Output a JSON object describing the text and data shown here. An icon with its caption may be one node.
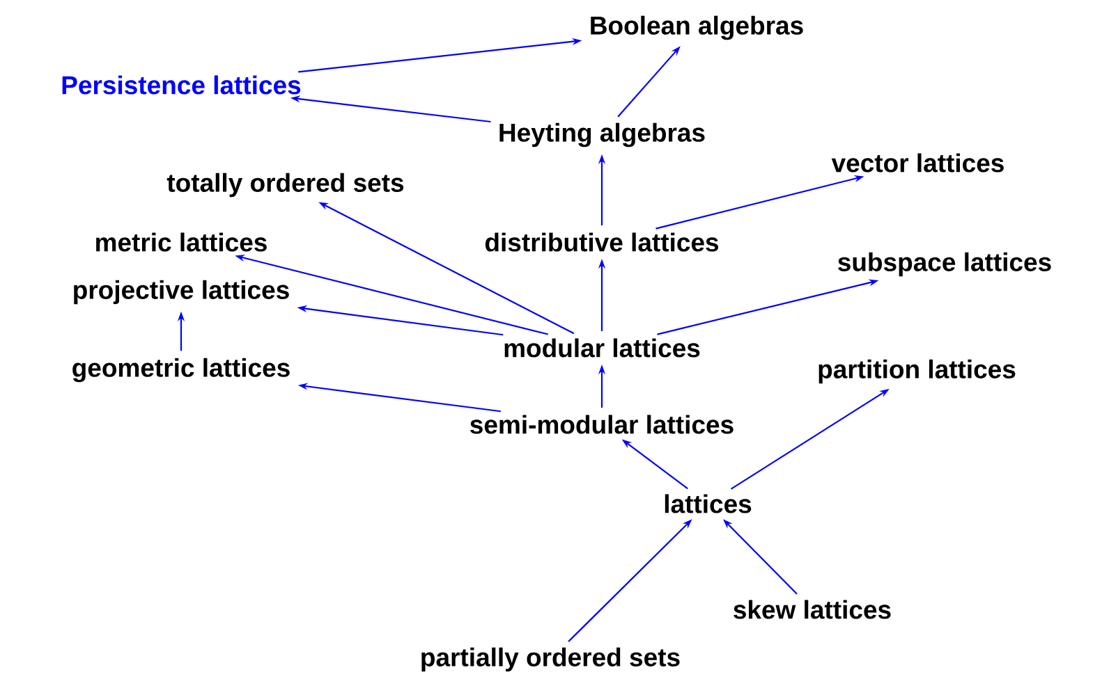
{
  "diagram": {
    "nodes": [
      {
        "text": [
          "Boolean algebras"
        ]
      },
      {
        "text": [
          "Persistence lattices"
        ]
      },
      {
        "text": [
          "Heyting algebras"
        ]
      },
      {
        "text": [
          "totally ordered sets"
        ]
      },
      {
        "text": [
          "vector lattices"
        ]
      },
      {
        "text": [
          "metric lattices"
        ]
      },
      {
        "text": [
          "distributive lattices"
        ]
      },
      {
        "text": [
          "subspace lattices"
        ]
      },
      {
        "text": [
          "projective lattices"
        ]
      },
      {
        "text": [
          "modular lattices"
        ]
      },
      {
        "text": [
          "geometric lattices"
        ]
      },
      {
        "text": [
          "partition lattices"
        ]
      },
      {
        "text": [
          "semi-modular lattices"
        ]
      },
      {
        "text": [
          "lattices"
        ]
      },
      {
        "text": [
          "skew lattices"
        ]
      },
      {
        "text": [
          "partially ordered sets"
        ]
      }
    ],
    "edges": [
      {
        "from": 1,
        "to": 0,
        "arrow": "to"
      },
      {
        "from": 2,
        "to": 1,
        "arrow": "to"
      },
      {
        "from": 2,
        "to": 0,
        "arrow": "to"
      },
      {
        "from": 6,
        "to": 2,
        "arrow": "to"
      },
      {
        "from": 6,
        "to": 4,
        "arrow": "to"
      },
      {
        "from": 9,
        "to": 6,
        "arrow": "to"
      },
      {
        "from": 9,
        "to": 3,
        "arrow": "to"
      },
      {
        "from": 9,
        "to": 5,
        "arrow": "to"
      },
      {
        "from": 9,
        "to": 8,
        "arrow": "to"
      },
      {
        "from": 9,
        "to": 7,
        "arrow": "to"
      },
      {
        "from": 12,
        "to": 9,
        "arrow": "to"
      },
      {
        "from": 12,
        "to": 10,
        "arrow": "to"
      },
      {
        "from": 10,
        "to": 8,
        "arrow": "to"
      },
      {
        "from": 13,
        "to": 12,
        "arrow": "to"
      },
      {
        "from": 13,
        "to": 11,
        "arrow": "to"
      },
      {
        "from": 15,
        "to": 13,
        "arrow": "to"
      },
      {
        "from": 14,
        "to": 13,
        "arrow": "to"
      }
    ]
  }
}
